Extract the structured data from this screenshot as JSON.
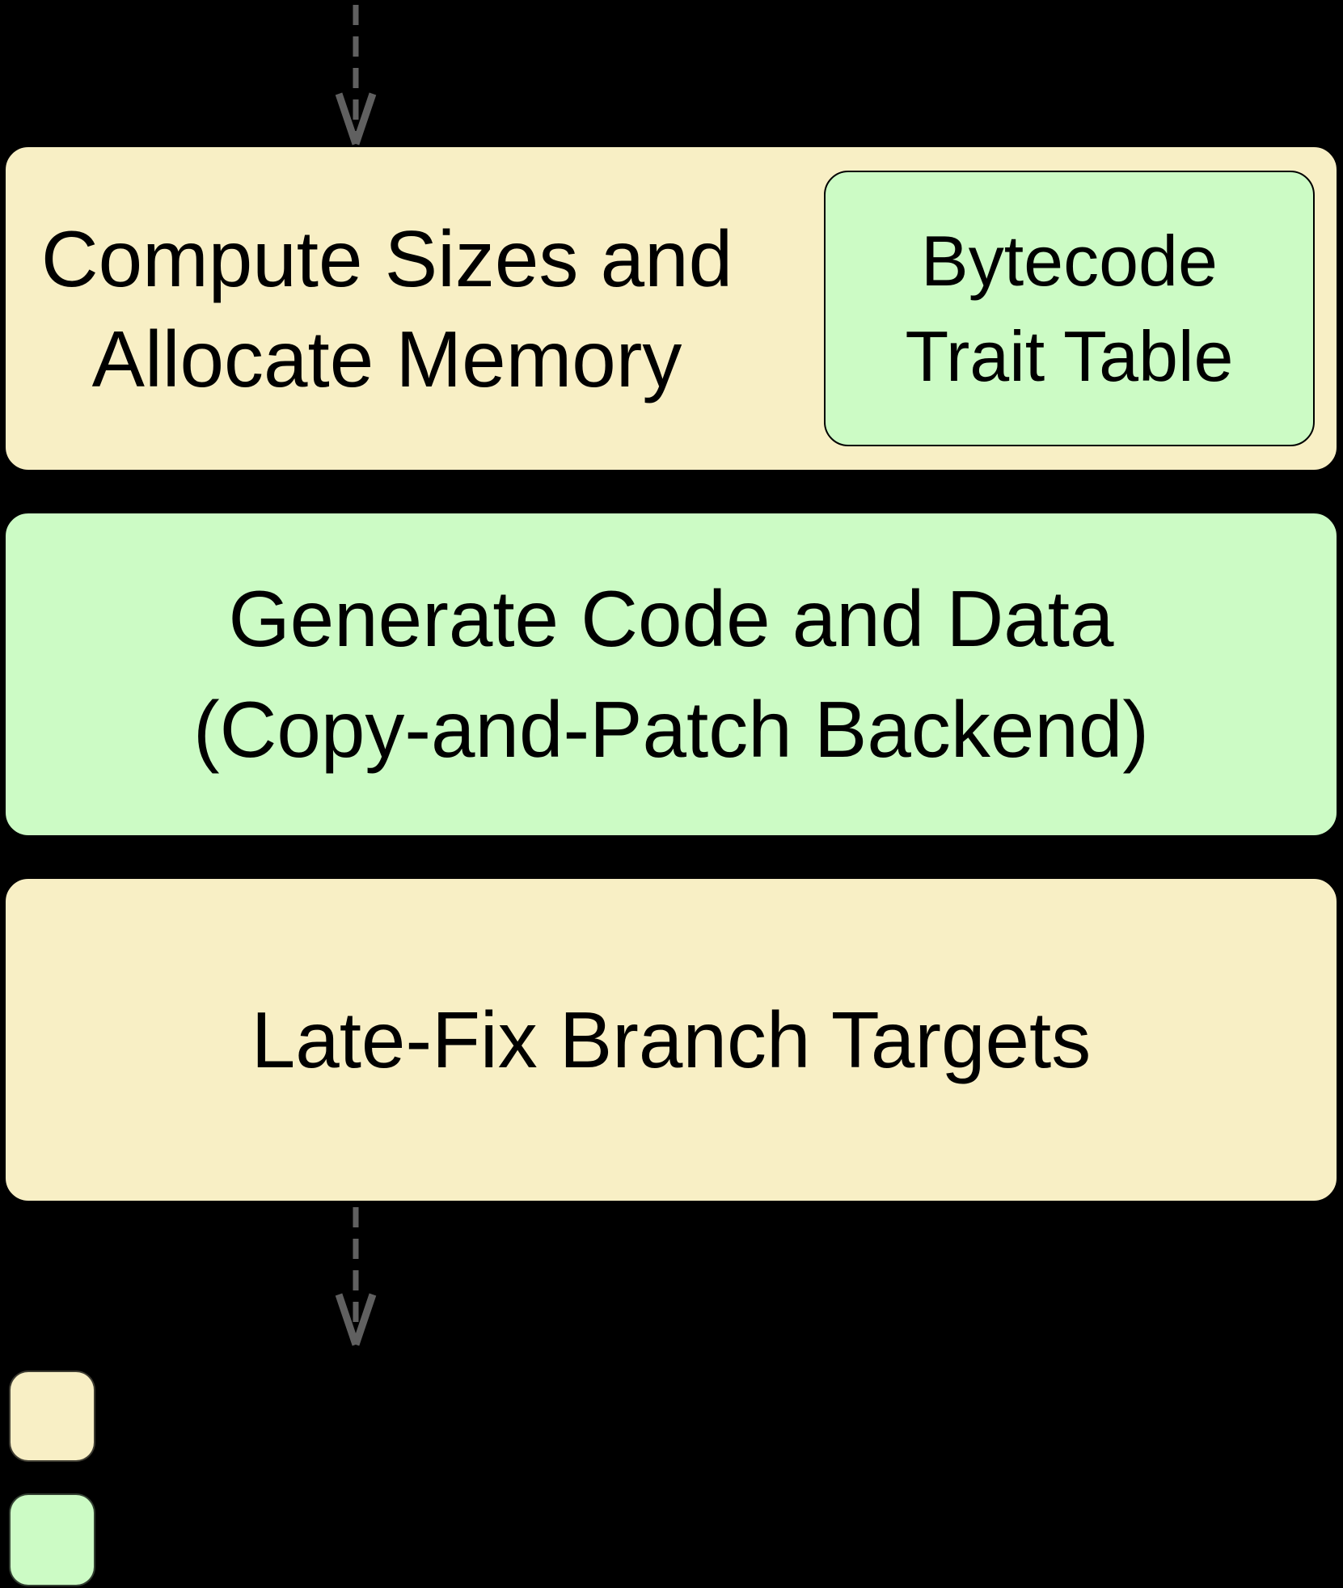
{
  "colors": {
    "background": "#000000",
    "node_yellow": "#F8EFC5",
    "node_green": "#CCFBC5",
    "node_border": "#000000",
    "arrow": "#606060",
    "text": "#000000"
  },
  "nodes": {
    "compute": {
      "line1": "Compute Sizes and",
      "line2": "Allocate Memory"
    },
    "bytecode": {
      "line1": "Bytecode",
      "line2": "Trait Table"
    },
    "generate": {
      "line1": "Generate Code and Data",
      "line2": "(Copy-and-Patch Backend)"
    },
    "latefix": {
      "line1": "Late-Fix Branch Targets"
    }
  },
  "legend": {
    "yellow_swatch_color": "#F8EFC5",
    "green_swatch_color": "#CCFBC5"
  }
}
